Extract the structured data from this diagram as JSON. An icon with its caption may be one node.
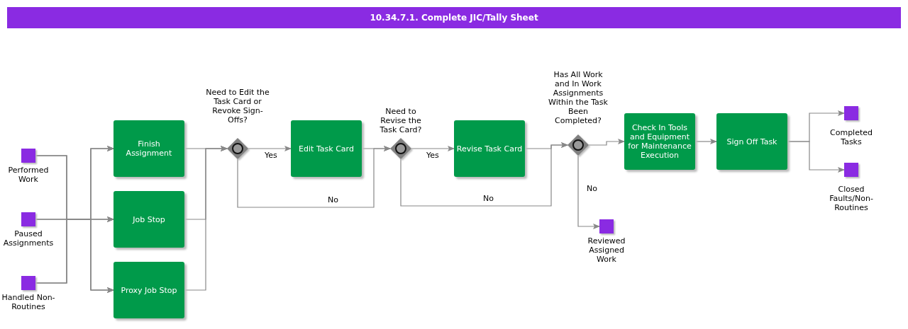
{
  "diagram": {
    "title": "10.34.7.1. Complete JIC/Tally Sheet",
    "nodes": [
      {
        "text": [],
        "shape": "box",
        "beside": [
          "Performed Work"
        ]
      },
      {
        "text": [],
        "shape": "box",
        "beside": [
          "Paused Assignments"
        ]
      },
      {
        "text": [],
        "shape": "box",
        "beside": [
          "Handled Non-Routines"
        ]
      },
      {
        "text": [
          "Finish Assignment"
        ]
      },
      {
        "text": [
          "Job Stop"
        ]
      },
      {
        "text": [
          "Proxy Job Stop"
        ]
      },
      {
        "text": [],
        "shape": "diamond",
        "beside": [
          "Need to Edit the Task Card or Revoke Sign-Offs?"
        ]
      },
      {
        "text": [
          "Edit Task Card"
        ]
      },
      {
        "text": [],
        "shape": "diamond",
        "beside": [
          "Need to Revise the Task Card?"
        ]
      },
      {
        "text": [
          "Revise Task Card"
        ]
      },
      {
        "text": [],
        "shape": "diamond",
        "beside": [
          "Has All Work and In Work Assignments Within the Task Been Completed?"
        ]
      },
      {
        "text": [
          "Check In Tools and Equipment for Maintenance Execution"
        ]
      },
      {
        "text": [
          "Sign Off Task"
        ]
      },
      {
        "text": [],
        "shape": "box",
        "beside": [
          "Completed Tasks"
        ]
      },
      {
        "text": [],
        "shape": "box",
        "beside": [
          "Closed Faults/Non-Routines"
        ]
      },
      {
        "text": [],
        "shape": "box",
        "beside": [
          "Reviewed Assigned Work"
        ]
      }
    ],
    "edges": [
      {
        "from": 0,
        "to": 3,
        "arrow": "to"
      },
      {
        "from": 0,
        "to": 4,
        "arrow": "to"
      },
      {
        "from": 0,
        "to": 5,
        "arrow": "to"
      },
      {
        "from": 1,
        "to": 3,
        "arrow": "to"
      },
      {
        "from": 1,
        "to": 4,
        "arrow": "to"
      },
      {
        "from": 1,
        "to": 5,
        "arrow": "to"
      },
      {
        "from": 2,
        "to": 3,
        "arrow": "to"
      },
      {
        "from": 2,
        "to": 4,
        "arrow": "to"
      },
      {
        "from": 2,
        "to": 5,
        "arrow": "to"
      },
      {
        "from": 3,
        "to": 6,
        "arrow": "to"
      },
      {
        "from": 4,
        "to": 6,
        "arrow": "to"
      },
      {
        "from": 5,
        "to": 6,
        "arrow": "to"
      },
      {
        "from": 6,
        "to": 7,
        "arrow": "to",
        "label": "Yes"
      },
      {
        "from": 6,
        "to": 8,
        "arrow": "to",
        "label": "No"
      },
      {
        "from": 7,
        "to": 8,
        "arrow": "to"
      },
      {
        "from": 8,
        "to": 9,
        "arrow": "to",
        "label": "Yes"
      },
      {
        "from": 8,
        "to": 10,
        "arrow": "to",
        "label": "No"
      },
      {
        "from": 9,
        "to": 10,
        "arrow": "to"
      },
      {
        "from": 10,
        "to": 11,
        "arrow": "to"
      },
      {
        "from": 10,
        "to": 15,
        "arrow": "to",
        "label": "No"
      },
      {
        "from": 11,
        "to": 12,
        "arrow": "to"
      },
      {
        "from": 12,
        "to": 13,
        "arrow": "to"
      },
      {
        "from": 12,
        "to": 14,
        "arrow": "to"
      }
    ]
  }
}
